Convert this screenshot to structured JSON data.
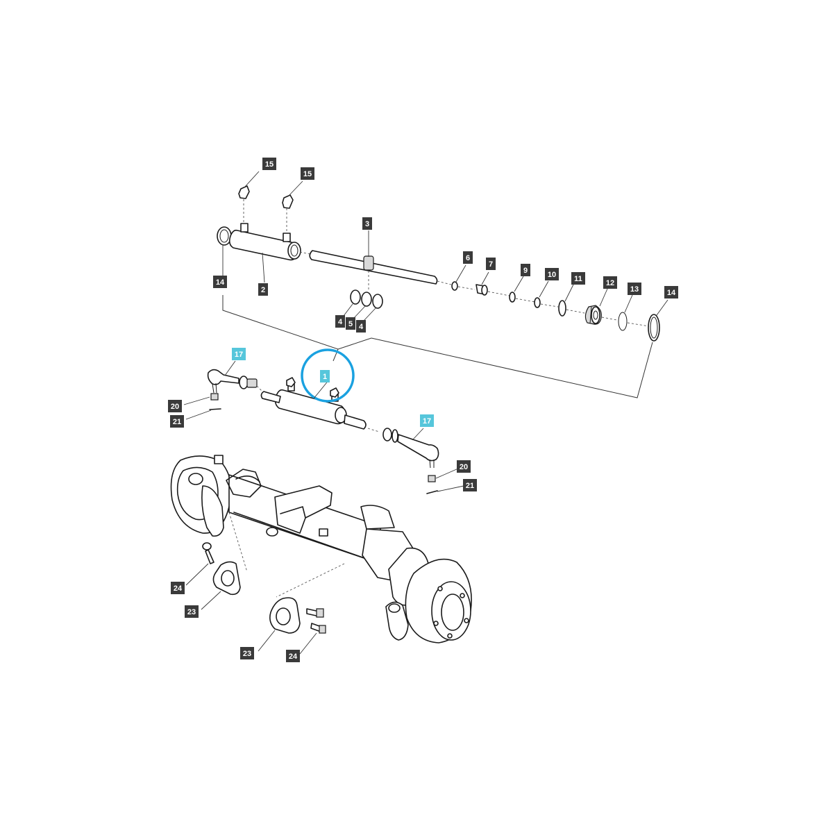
{
  "diagram": {
    "highlight_color": "#1aa1e0",
    "label_color": "#3a3a3a",
    "label_highlight_color": "#56c6db",
    "labels": [
      {
        "id": "l15a",
        "text": "15"
      },
      {
        "id": "l15b",
        "text": "15"
      },
      {
        "id": "l3",
        "text": "3"
      },
      {
        "id": "l14a",
        "text": "14"
      },
      {
        "id": "l2",
        "text": "2"
      },
      {
        "id": "l6",
        "text": "6"
      },
      {
        "id": "l7",
        "text": "7"
      },
      {
        "id": "l9",
        "text": "9"
      },
      {
        "id": "l10",
        "text": "10"
      },
      {
        "id": "l11",
        "text": "11"
      },
      {
        "id": "l12",
        "text": "12"
      },
      {
        "id": "l13",
        "text": "13"
      },
      {
        "id": "l14b",
        "text": "14"
      },
      {
        "id": "l4a",
        "text": "4"
      },
      {
        "id": "l5",
        "text": "5"
      },
      {
        "id": "l4b",
        "text": "4"
      },
      {
        "id": "l17a",
        "text": "17",
        "highlight": true
      },
      {
        "id": "l1",
        "text": "1",
        "highlight": true
      },
      {
        "id": "l20a",
        "text": "20"
      },
      {
        "id": "l21a",
        "text": "21"
      },
      {
        "id": "l17b",
        "text": "17",
        "highlight": true
      },
      {
        "id": "l20b",
        "text": "20"
      },
      {
        "id": "l21b",
        "text": "21"
      },
      {
        "id": "l24a",
        "text": "24"
      },
      {
        "id": "l23a",
        "text": "23"
      },
      {
        "id": "l23b",
        "text": "23"
      },
      {
        "id": "l24b",
        "text": "24"
      }
    ]
  }
}
